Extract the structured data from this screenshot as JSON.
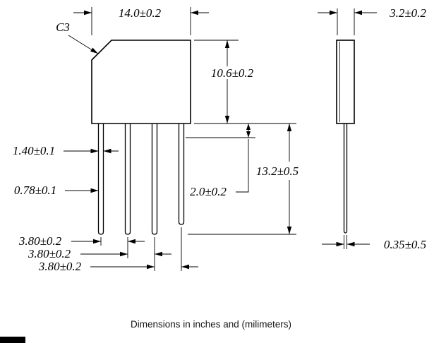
{
  "drawing": {
    "chamfer_label": "C3",
    "front": {
      "body_width": "14.0±0.2",
      "body_height": "10.6±0.2",
      "lead_width": "1.40±0.1",
      "lead_thickness": "0.78±0.1",
      "shoulder_length": "2.0±0.2",
      "lead_length": "13.2±0.5",
      "lead_pitch_1": "3.80±0.2",
      "lead_pitch_2": "3.80±0.2",
      "lead_pitch_3": "3.80±0.2"
    },
    "side": {
      "body_thickness": "3.2±0.2",
      "lead_tip_thickness": "0.35±0.5"
    },
    "caption": "Dimensions in inches and (milimeters)"
  }
}
